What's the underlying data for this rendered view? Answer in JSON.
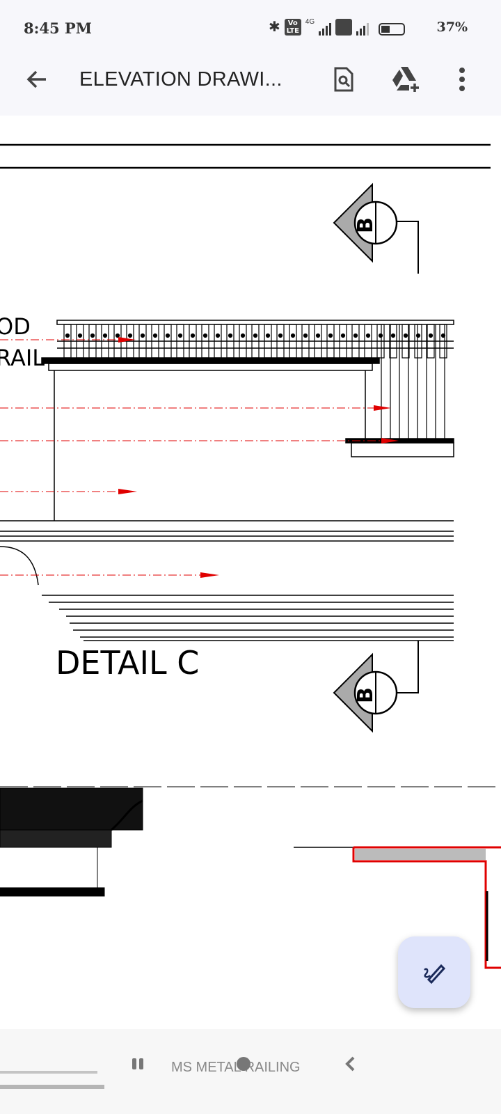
{
  "status_bar": {
    "time": "8:45 PM",
    "battery": "37%",
    "network": "4G",
    "volte": "Vo LTE"
  },
  "app_bar": {
    "title": "ELEVATION DRAWI...",
    "icons": [
      "back-arrow-icon",
      "document-search-icon",
      "drive-add-icon",
      "more-vert-icon"
    ]
  },
  "drawing": {
    "label_top_1": "OD",
    "label_top_2": "RAIL",
    "detail_title": "DETAIL C",
    "section_marker_1": "B",
    "section_marker_2": "B",
    "bottom_label": "MS METAL RAILING"
  },
  "colors": {
    "accent_red": "#e00000",
    "fab_bg": "#dfe4fb"
  }
}
